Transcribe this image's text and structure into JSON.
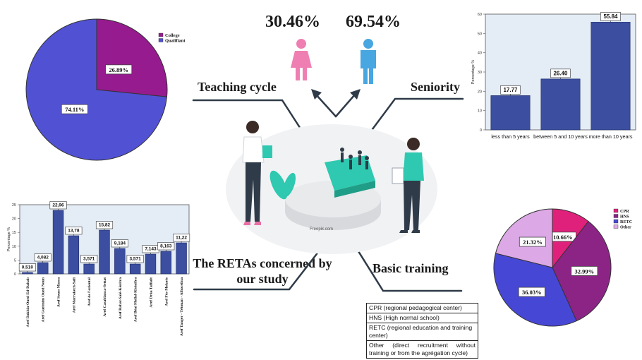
{
  "percentages": {
    "female": "30.46%",
    "male": "69.54%"
  },
  "topics": {
    "teaching_cycle": "Teaching cycle",
    "seniority": "Seniority",
    "retas": "The  RETAs concerned by our study",
    "basic_training": "Basic training"
  },
  "illustration": {
    "watermark": "Freepik.com"
  },
  "training_legend": [
    "CPR (regional pedagogical center)",
    "HNS (High normal school)",
    "RETC (regional education and training center)",
    "Other (direct recruitment without training or from the agrégation cycle)"
  ],
  "colors": {
    "college": "#961b8f",
    "qualifiant": "#5151d4",
    "bar": "#3b4ea0",
    "chart_bg": "#e4ecf6",
    "cpr": "#e0217b",
    "hns": "#8c2486",
    "retc": "#4747d6",
    "other": "#dca8e6",
    "teal": "#2ec9b0",
    "female": "#ef7fb3",
    "male": "#48a6e0"
  },
  "chart_data": [
    {
      "id": "teaching_cycle",
      "type": "pie",
      "labels": [
        "College",
        "Qualifiant"
      ],
      "values": [
        26.89,
        74.11
      ],
      "value_labels": [
        "26.89%",
        "74.11%"
      ],
      "legend": "top-right"
    },
    {
      "id": "seniority",
      "type": "bar",
      "categories": [
        "less than 5 years",
        "between 5 and 10 years",
        "more than 10 years"
      ],
      "values": [
        17.77,
        26.4,
        55.84
      ],
      "value_labels": [
        "17.77",
        "26.40",
        "55.84"
      ],
      "ylabel": "Percentage %",
      "ylim": [
        0,
        60
      ],
      "yticks": [
        "0",
        "10",
        "20",
        "30",
        "40",
        "50",
        "60"
      ]
    },
    {
      "id": "retas",
      "type": "bar",
      "categories": [
        "Aref Dakhla-Oued Ed-Dahab",
        "Aref Guelmim Oued Noun",
        "Aref Souss Massa",
        "Aref Marrakech-Safi",
        "Aref de l'oriental",
        "Aref Casablanca-Settat",
        "Aref Rabat-Salé-Kénitra",
        "Aref Béni Mellal-Khénifra",
        "Aref Drâa Tafilalt",
        "Aref Fès-Meknès",
        "Aref Tanger - Tétouan - Alhoceïma"
      ],
      "values": [
        0.51,
        4.082,
        22.96,
        13.78,
        3.571,
        15.82,
        9.184,
        3.571,
        7.143,
        8.163,
        11.22
      ],
      "value_labels": [
        "0,510",
        "4,082",
        "22,96",
        "13,78",
        "3,571",
        "15,82",
        "9,184",
        "3,571",
        "7,143",
        "8,163",
        "11,22"
      ],
      "ylabel": "Percentage  %",
      "ylim": [
        0,
        25
      ],
      "yticks": [
        "0",
        "5",
        "10",
        "15",
        "20",
        "25"
      ]
    },
    {
      "id": "basic_training",
      "type": "pie",
      "labels": [
        "CPR",
        "HNS",
        "RETC",
        "Other"
      ],
      "values": [
        10.66,
        32.99,
        36.03,
        21.32
      ],
      "value_labels": [
        "10.66%",
        "32.99%",
        "36.03%",
        "21.32%"
      ],
      "legend": "top-right"
    }
  ]
}
